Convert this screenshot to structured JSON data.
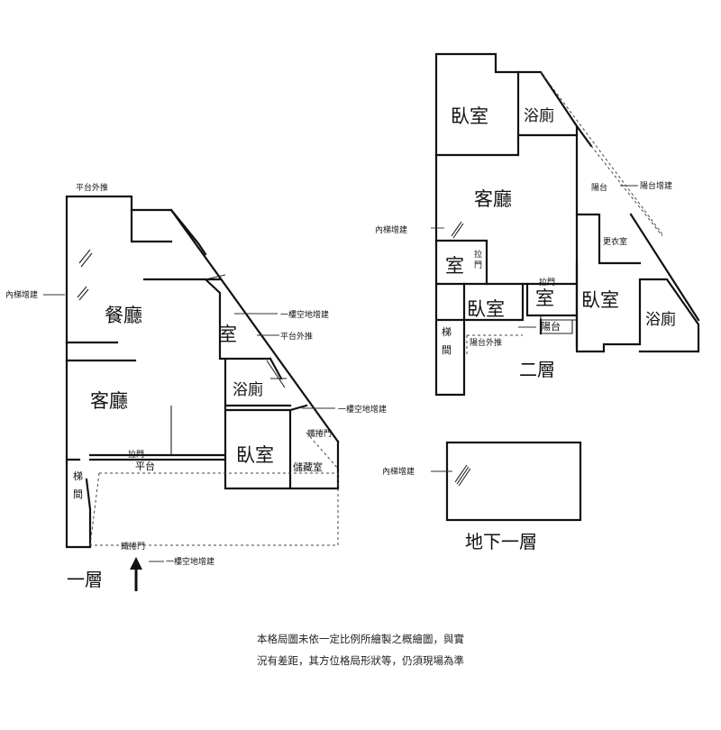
{
  "floors": {
    "first": "一層",
    "second": "二層",
    "basement": "地下一層"
  },
  "first_floor": {
    "rooms": {
      "dining": "餐廳",
      "living": "客廳",
      "room": "室",
      "bath": "浴廁",
      "bedroom": "臥室",
      "storage": "儲藏室",
      "stairs": "梯間"
    },
    "notes": {
      "platform_out_top": "平台外推",
      "inner_stair_build": "內梯增建",
      "floor_space_build_1": "一樓空地增建",
      "platform_out_side": "平台外推",
      "floor_space_build_2": "一樓空地增建",
      "door_right": "鐵捲門",
      "inner_door": "拉門",
      "platform": "平台",
      "gate": "鐵捲門",
      "floor_space_build_3": "一樓空地增建"
    }
  },
  "second_floor": {
    "rooms": {
      "bedroom_top": "臥室",
      "bath_top": "浴廁",
      "living": "客廳",
      "small_room": "室",
      "bedroom_mid": "臥室",
      "room_mid": "室",
      "bedroom_right": "臥室",
      "bath_right": "浴廁",
      "closet": "更衣室",
      "stairs": "梯間",
      "balcony": "陽台"
    },
    "notes": {
      "balcony_build_top": "陽台增建",
      "balcony_top": "陽台",
      "inner_stair_build": "內梯增建",
      "sliding_door_1": "拉門",
      "sliding_door_2": "拉門",
      "balcony_out": "陽台外推"
    }
  },
  "basement": {
    "notes": {
      "inner_stair_build": "內梯增建"
    }
  },
  "disclaimer": {
    "line1": "本格局圖未依一定比例所繪製之概繪圖，與實",
    "line2": "況有差距，其方位格局形狀等，仍須現場為準"
  },
  "icons": {
    "entrance": "arrow-up-icon",
    "stair_mark": "stair-slash-icon"
  }
}
